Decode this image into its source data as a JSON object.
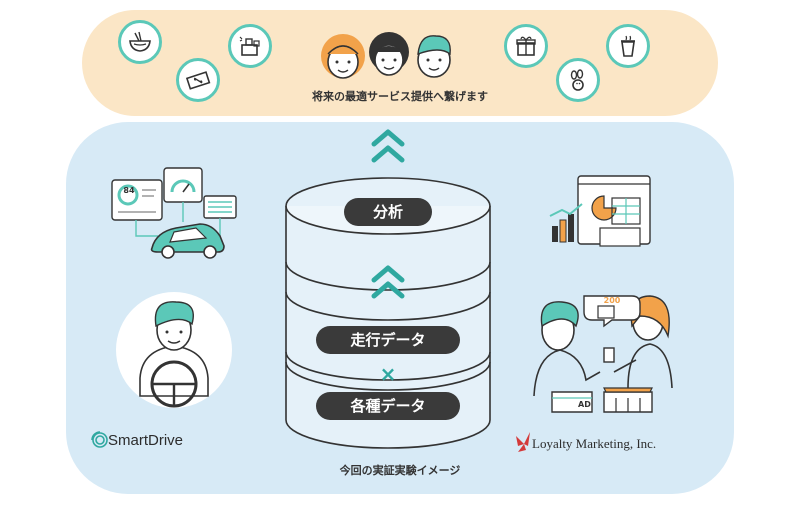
{
  "top": {
    "caption": "将来の最適サービス提供へ繋げます"
  },
  "center": {
    "analysis_label": "分析",
    "driving_label": "走行データ",
    "cross_symbol": "×",
    "various_label": "各種データ"
  },
  "left": {
    "gauge_value": "84",
    "brand": "SmartDrive"
  },
  "right": {
    "bubble_value": "200",
    "sign_text": "AD",
    "brand": "Loyalty Marketing, Inc."
  },
  "bottom": {
    "caption": "今回の実証実験イメージ"
  },
  "colors": {
    "teal": "#5bc8b8",
    "orange": "#f2a24a",
    "band": "#fbe6c6",
    "panel": "#d7eaf6",
    "pill": "#3a3a3a",
    "chevron": "#2fa8a0"
  }
}
